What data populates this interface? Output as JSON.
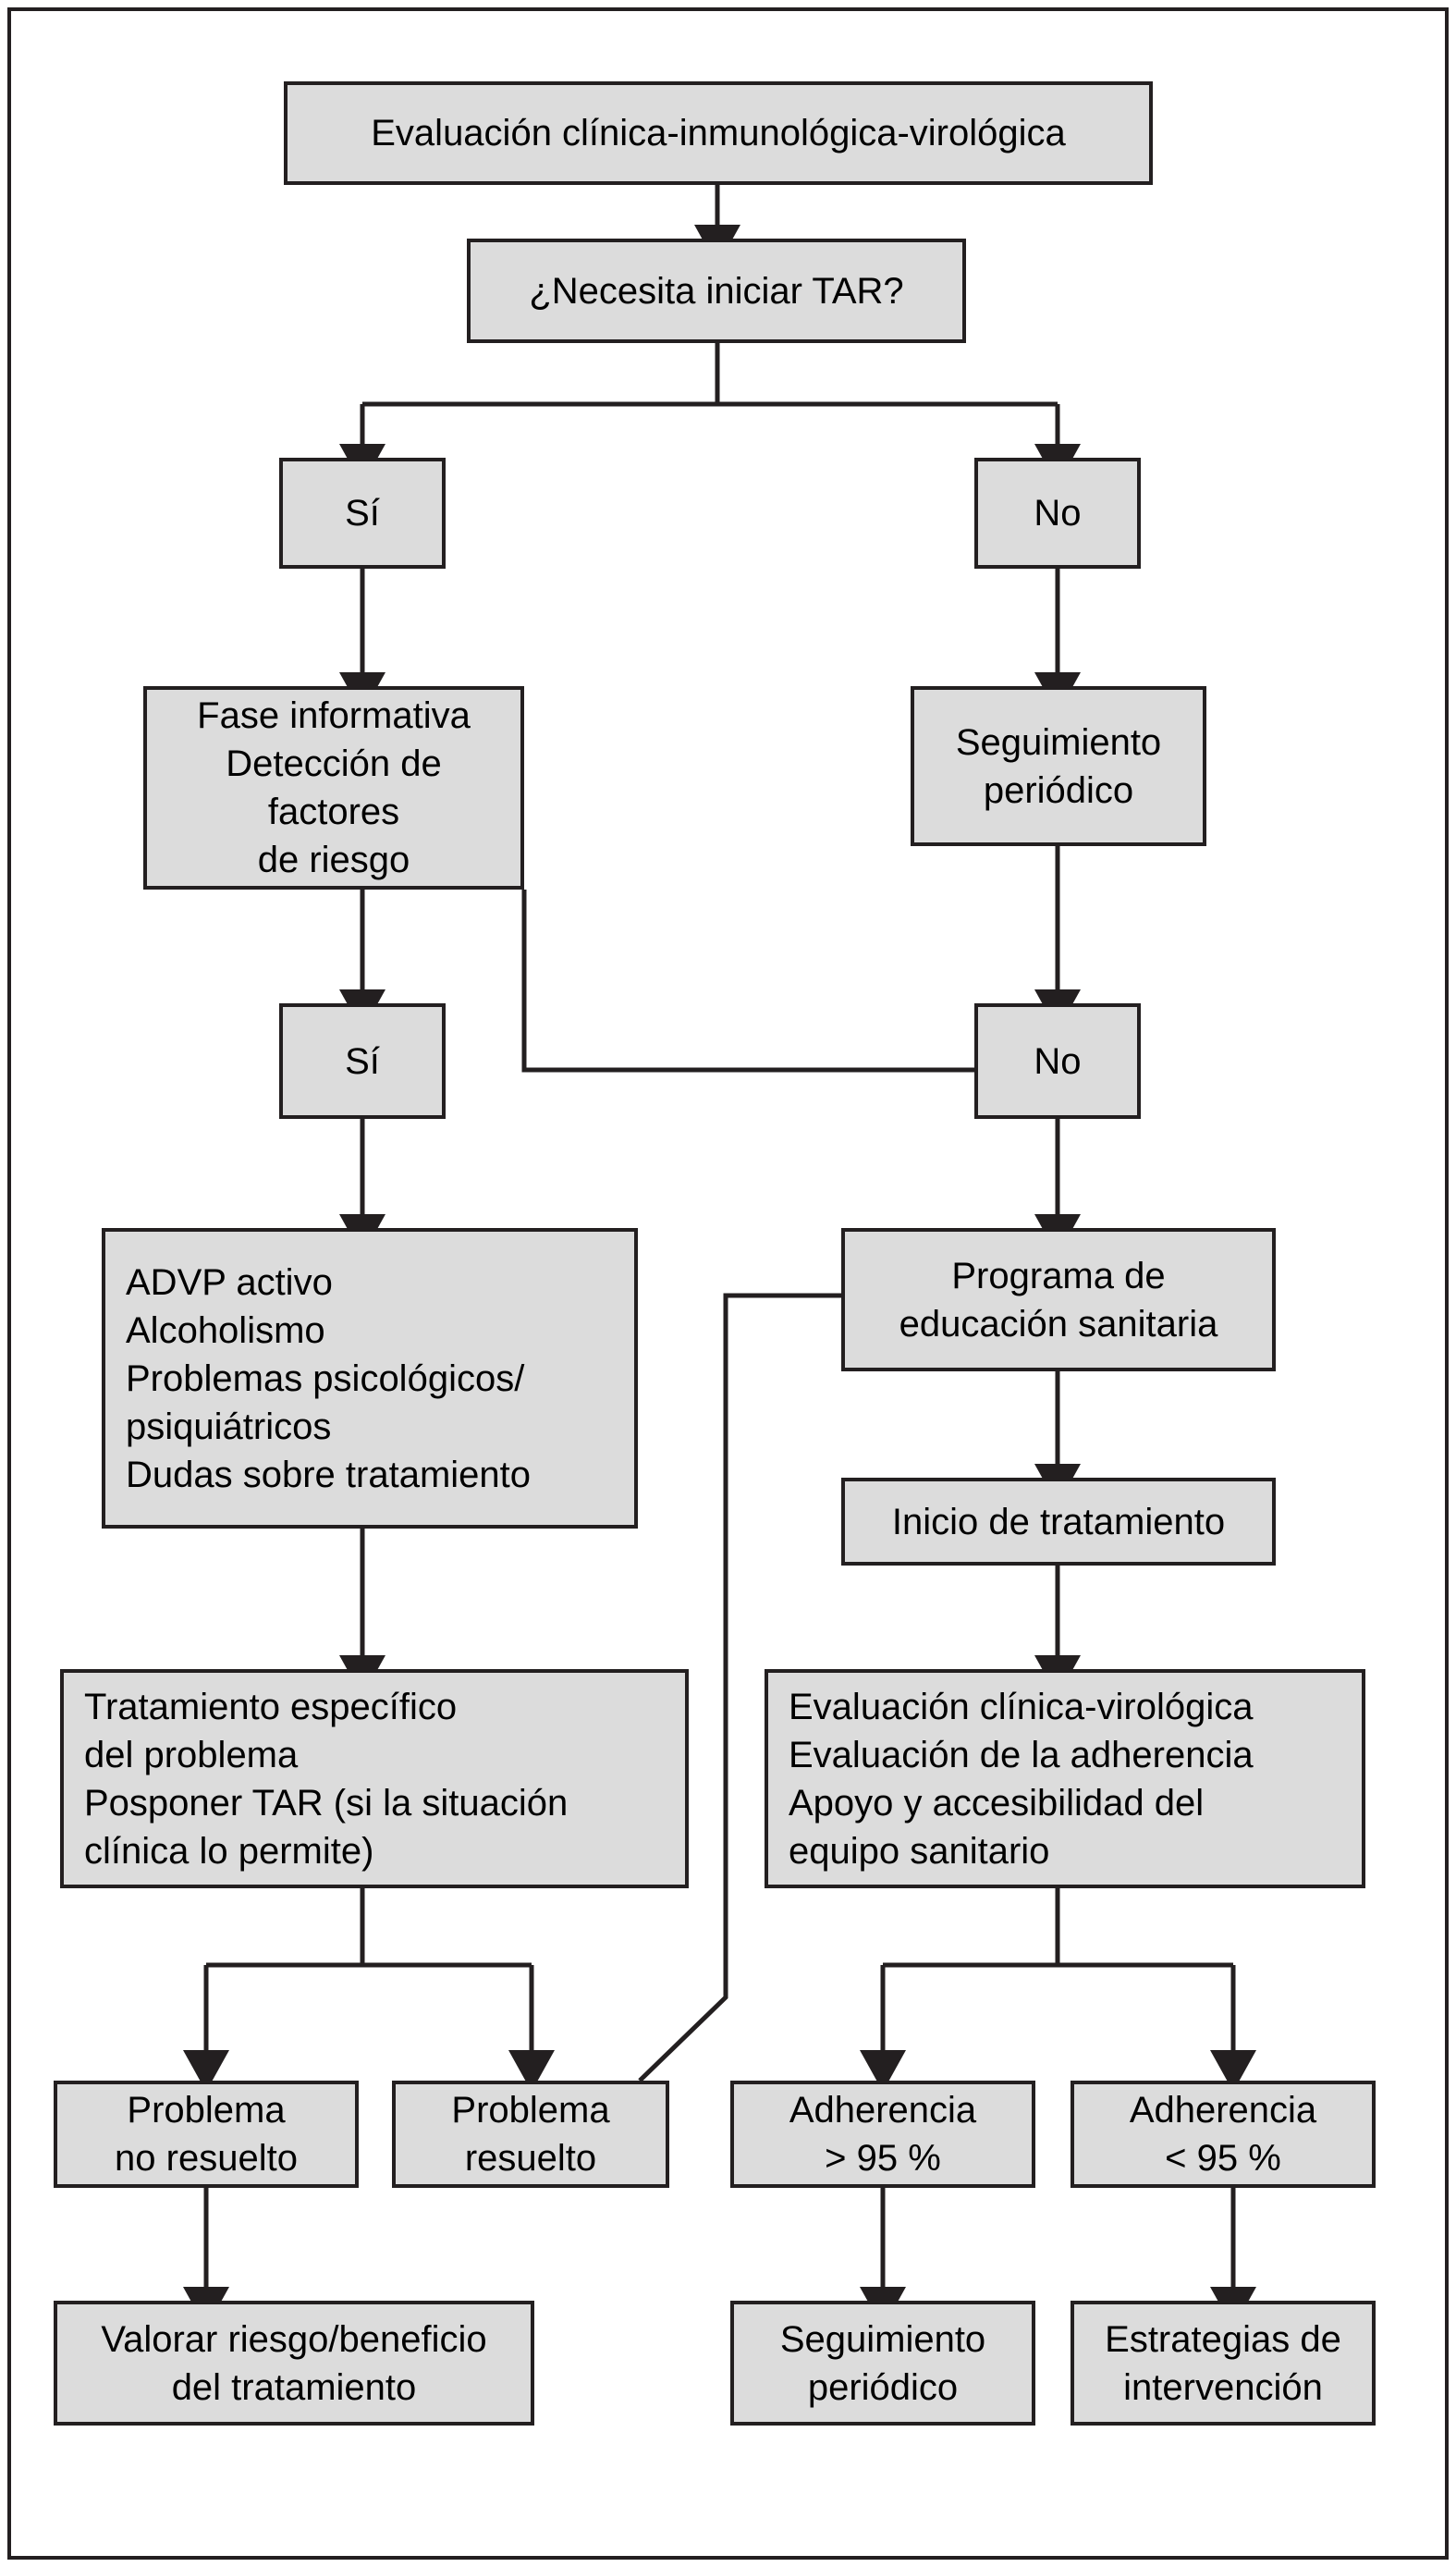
{
  "diagram": {
    "title": "Algoritmo de evaluacion e inicio de TAR y adherencia",
    "language": "es",
    "box_fill": "#dcdcdc",
    "box_stroke": "#231f20",
    "page_background": "#ffffff",
    "frame_stroke": "#231f20"
  },
  "nodes": {
    "eval_inicial": "Evaluación clínica-inmunológica-virológica",
    "necesita_tar": "¿Necesita iniciar TAR?",
    "si_1": "Sí",
    "no_1": "No",
    "fase_informativa": "Fase informativa\nDetección de factores\nde riesgo",
    "seguimiento_periodico_1": "Seguimiento\nperiódico",
    "si_2": "Sí",
    "no_2": "No",
    "factores_riesgo": "ADVP activo\nAlcoholismo\nProblemas psicológicos/\n  psiquiátricos\nDudas sobre tratamiento",
    "programa_educacion": "Programa de\neducación sanitaria",
    "inicio_tratamiento": "Inicio de tratamiento",
    "tratamiento_especifico": "Tratamiento específico\n  del problema\nPosponer TAR (si la situación\n  clínica lo permite)",
    "evaluacion_seguimiento": "Evaluación clínica-virológica\nEvaluación de la adherencia\nApoyo y accesibilidad del\n  equipo sanitario",
    "problema_no_resuelto": "Problema\nno resuelto",
    "problema_resuelto": "Problema\nresuelto",
    "adherencia_alta": "Adherencia\n> 95 %",
    "adherencia_baja": "Adherencia\n< 95 %",
    "valorar_riesgo": "Valorar riesgo/beneficio\ndel tratamiento",
    "seguimiento_periodico_2": "Seguimiento\nperiódico",
    "estrategias_intervencion": "Estrategias de\nintervención"
  }
}
